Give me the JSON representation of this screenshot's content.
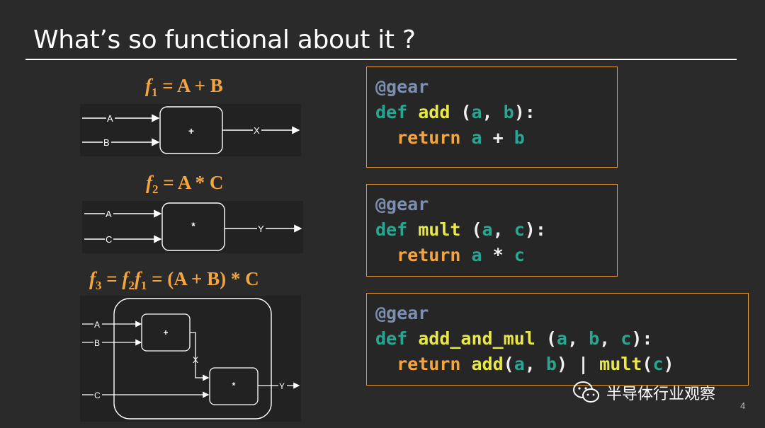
{
  "title": "What’s so functional about it ?",
  "formulas": {
    "f1": {
      "name": "f",
      "sub": "1",
      "rhs": " = A + B"
    },
    "f2": {
      "name": "f",
      "sub": "2",
      "rhs": " = A * C"
    },
    "f3": {
      "name": "f",
      "sub": "3",
      "eq": " = ",
      "f2": "f",
      "f2sub": "2",
      "f1": "f",
      "f1sub": "1",
      "rhs": " = (A + B) * C"
    }
  },
  "diagrams": {
    "add": {
      "in1": "A",
      "in2": "B",
      "op": "+",
      "out": "X"
    },
    "mult": {
      "in1": "A",
      "in2": "C",
      "op": "*",
      "out": "Y"
    },
    "composed": {
      "in1": "A",
      "in2": "B",
      "in3": "C",
      "op1": "+",
      "op2": "*",
      "mid": "X",
      "out": "Y"
    }
  },
  "code": {
    "add": {
      "decorator": "@gear",
      "def": "def",
      "fname": "add",
      "args_open": " (",
      "a": "a",
      "comma1": ", ",
      "b": "b",
      "args_close": "):",
      "ret": "return",
      "r_a": "a",
      "op": " + ",
      "r_b": "b"
    },
    "mult": {
      "decorator": "@gear",
      "def": "def",
      "fname": "mult",
      "args_open": " (",
      "a": "a",
      "comma1": ", ",
      "c": "c",
      "args_close": "):",
      "ret": "return",
      "r_a": "a",
      "op": " * ",
      "r_c": "c"
    },
    "add_and_mul": {
      "decorator": "@gear",
      "def": "def",
      "fname": "add_and_mul",
      "args_open": " (",
      "a": "a",
      "comma1": ", ",
      "b": "b",
      "comma2": ", ",
      "c": "c",
      "args_close": "):",
      "ret": "return",
      "call1": "add",
      "p1": "(",
      "r_a": "a",
      "rc": ", ",
      "r_b": "b",
      "p2": ")",
      "pipe": " | ",
      "call2": "mult",
      "p3": "(",
      "r_c": "c",
      "p4": ")"
    }
  },
  "watermark": "半导体行业观察",
  "page_number": "4",
  "colors": {
    "background": "#2a2a2a",
    "accent_orange": "#f5a540",
    "keyword_teal": "#2aa690",
    "function_yellow": "#e8e84a",
    "decorator_blue": "#7d8fb0"
  }
}
